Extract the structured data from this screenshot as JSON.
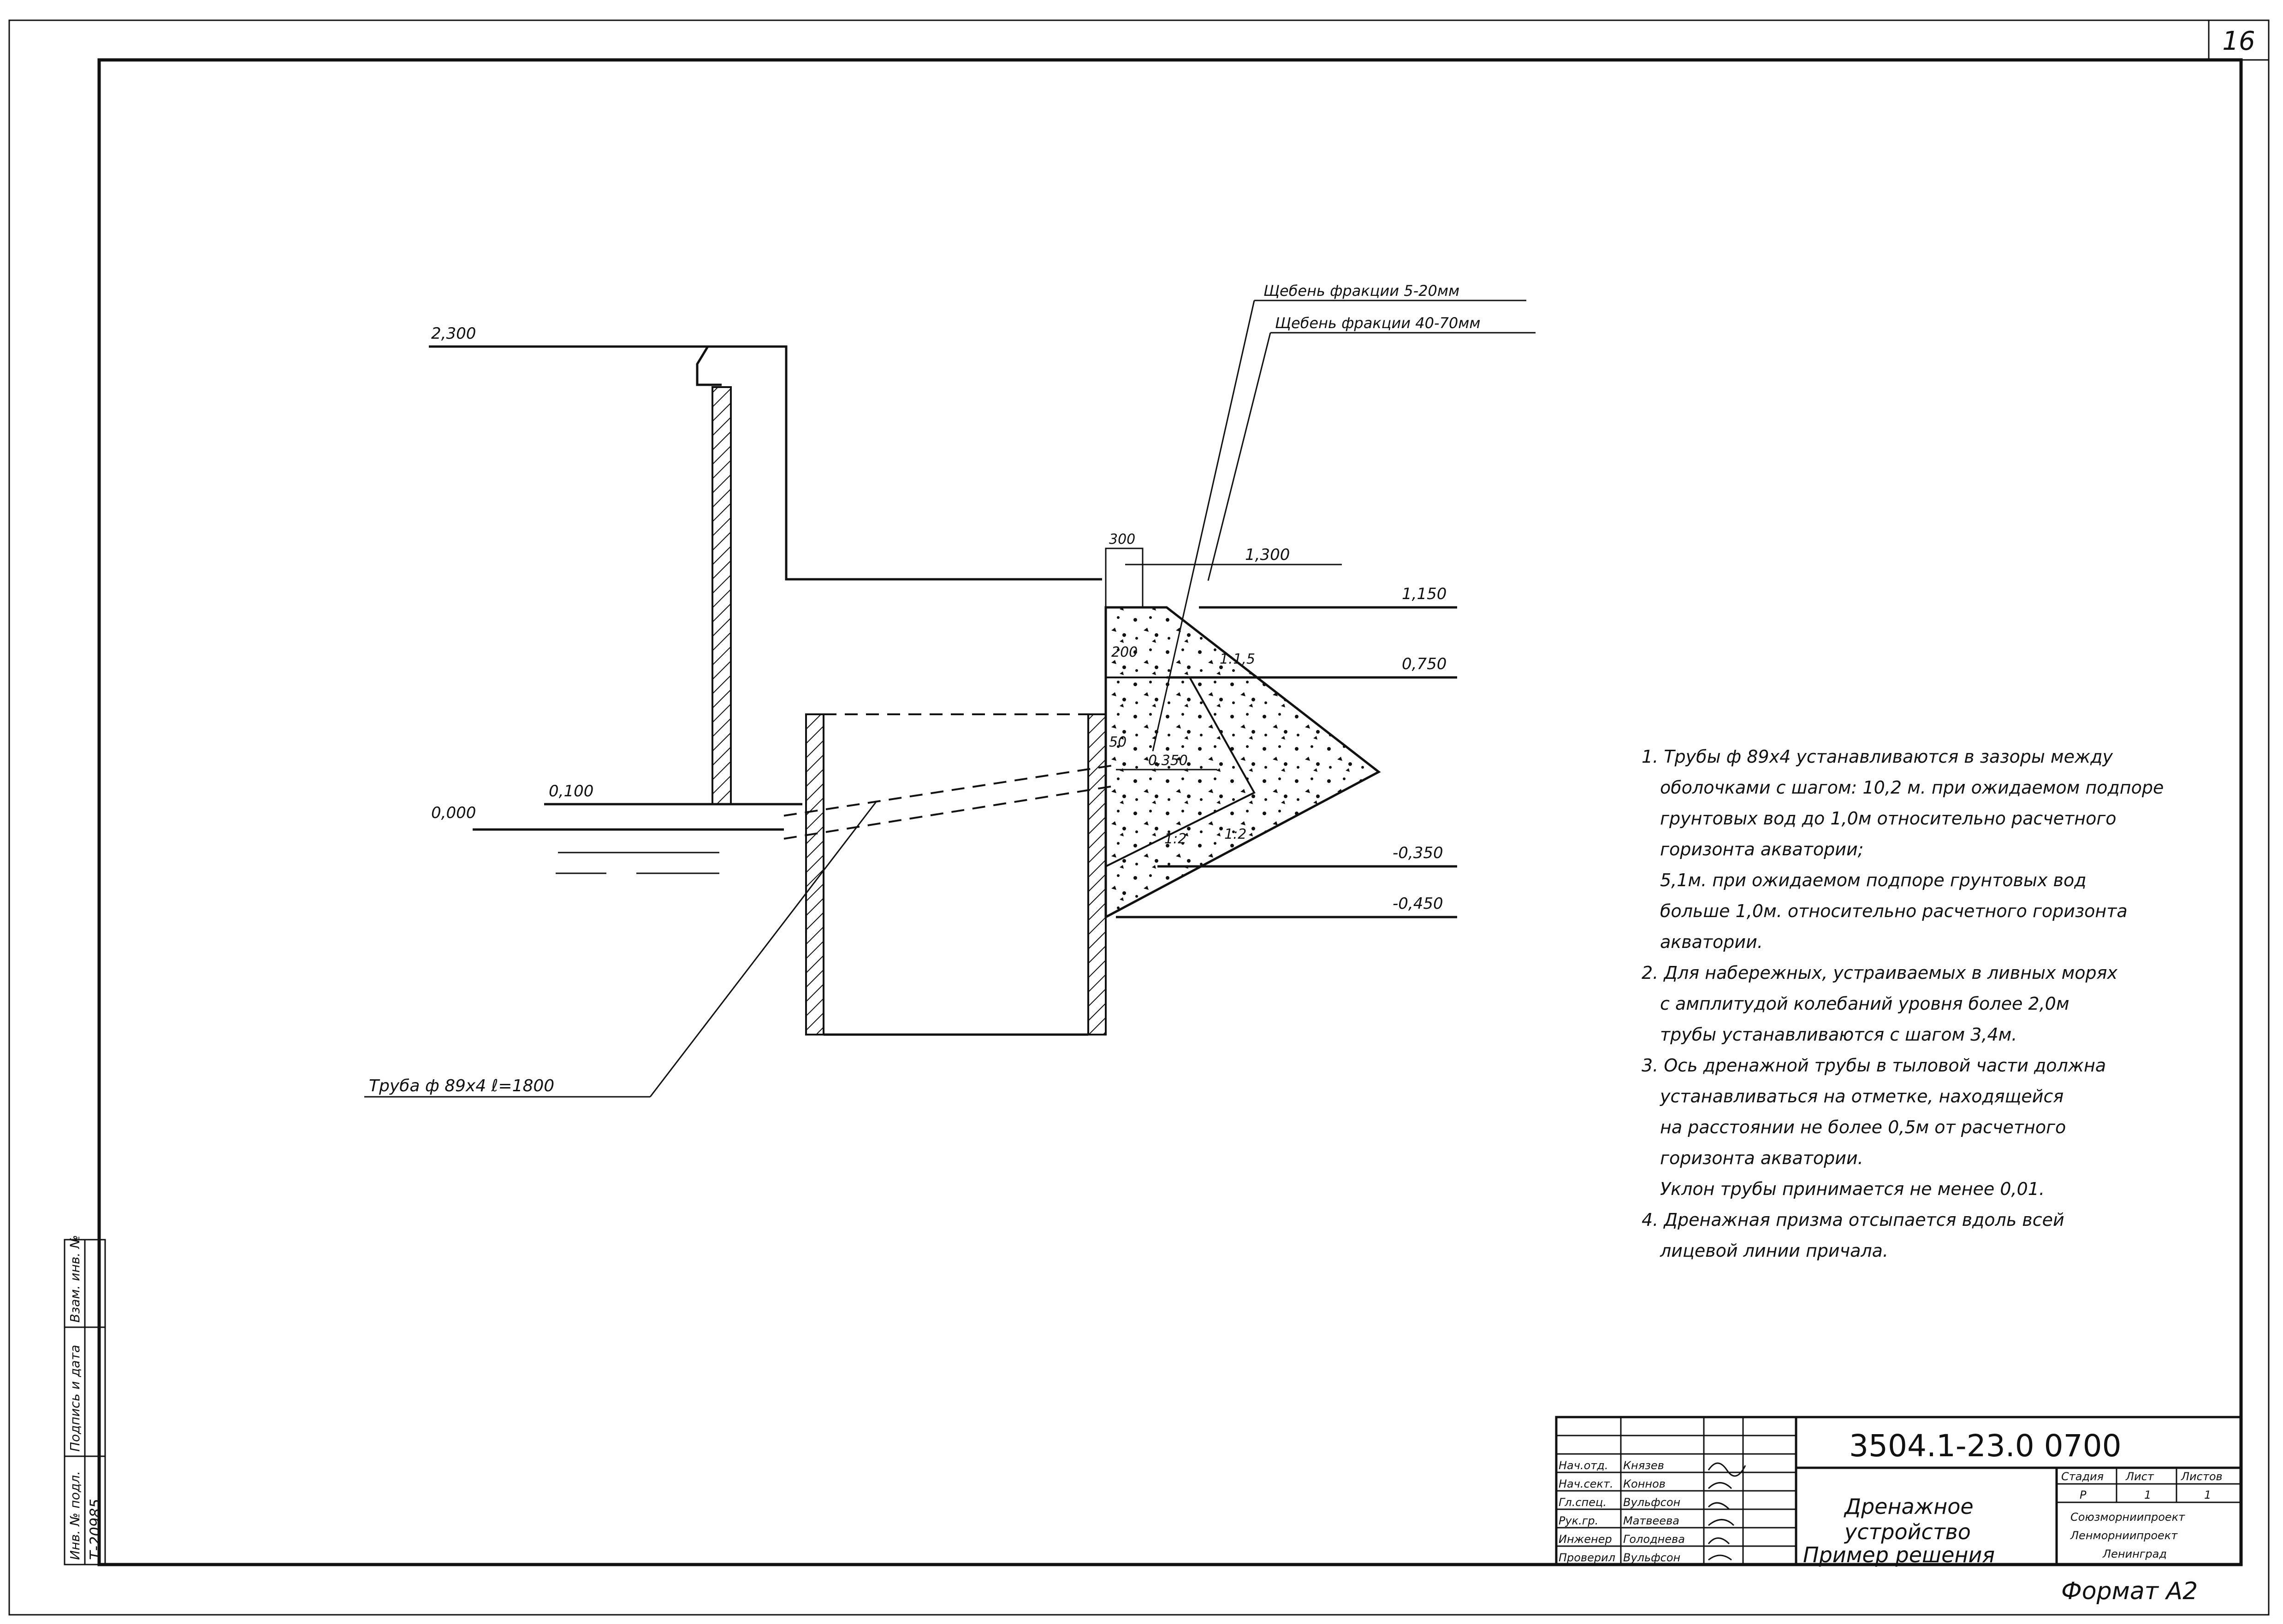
{
  "sheet": {
    "page_number": "16",
    "format_label": "Формат А2"
  },
  "side_stamp": {
    "cells": [
      "Инв. № подл.",
      "Подпись и дата",
      "Взам. инв. №"
    ],
    "inventory_value": "Т-20985"
  },
  "drawing": {
    "labels": {
      "crushed_stone_1": "Щебень фракции 5-20мм",
      "crushed_stone_2": "Щебень фракции 40-70мм",
      "pipe": "Труба ф 89х4  ℓ=1800"
    },
    "elevations": {
      "e_2300": "2,300",
      "e_1300": "1,300",
      "e_1150": "1,150",
      "e_0750": "0,750",
      "e_0350": "0,350",
      "e_0100": "0,100",
      "e_0000": "0,000",
      "e_m0350": "-0,350",
      "e_m0450": "-0,450"
    },
    "dimensions": {
      "d_300": "300",
      "d_200": "200",
      "d_50": "50"
    },
    "slopes": {
      "s_15": "1:1,5",
      "s_12": "1:2",
      "s_12b": "1:2"
    }
  },
  "notes": [
    [
      "1. Трубы ф 89х4 устанавливаются в зазоры между",
      "оболочками с шагом: 10,2 м. при ожидаемом подпоре",
      "грунтовых вод до 1,0м относительно расчетного",
      "горизонта акватории;",
      "5,1м. при ожидаемом подпоре грунтовых вод",
      "больше 1,0м. относительно расчетного горизонта",
      "акватории."
    ],
    [
      "2. Для набережных, устраиваемых в ливных морях",
      "с амплитудой колебаний уровня более 2,0м",
      "трубы устанавливаются с шагом 3,4м."
    ],
    [
      "3. Ось дренажной трубы в тыловой части должна",
      "устанавливаться на отметке, находящейся",
      "на расстоянии не более 0,5м от расчетного",
      "горизонта акватории.",
      "Уклон трубы принимается не менее 0,01."
    ],
    [
      "4. Дренажная призма отсыпается вдоль всей",
      "лицевой линии причала."
    ]
  ],
  "title_block": {
    "code": "3504.1-23.0 0700",
    "title_lines": [
      "Дренажное",
      "устройство",
      "Пример решения"
    ],
    "roles": [
      "Нач.отд.",
      "Нач.сект.",
      "Гл.спец.",
      "Рук.гр.",
      "Инженер",
      "Проверил"
    ],
    "names": [
      "Князев",
      "Коннов",
      "Вульфсон",
      "Матвеева",
      "Голоднева",
      "Вульфсон"
    ],
    "stage_header": "Стадия",
    "sheet_header": "Лист",
    "sheets_header": "Листов",
    "stage_value": "Р",
    "sheet_value": "1",
    "sheets_value": "1",
    "organization_lines": [
      "Союзморниипроект",
      "Ленморниипроект",
      "Ленинград"
    ]
  }
}
